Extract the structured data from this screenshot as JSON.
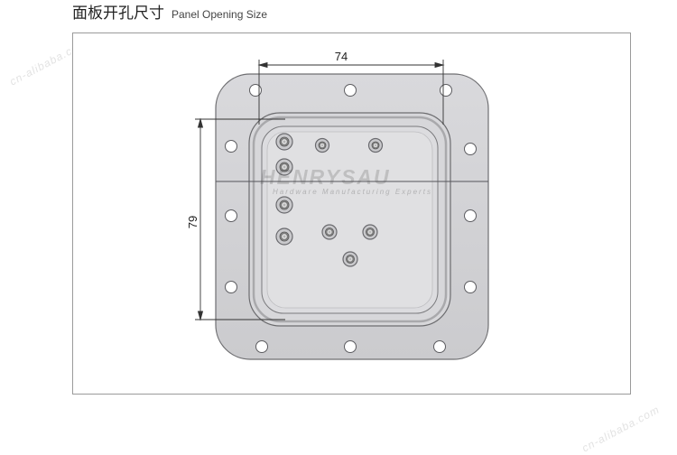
{
  "header": {
    "title_cn": "面板开孔尺寸",
    "title_en": "Panel Opening Size"
  },
  "dimensions": {
    "width_label": "74",
    "height_label": "79"
  },
  "brand": {
    "name": "HENRYSAU",
    "tagline": "Hardware Manufacturing Experts"
  },
  "watermarks": {
    "top_left": "cn-alibaba.com",
    "bottom_right": "cn-alibaba.com"
  },
  "colors": {
    "plate": "#d3d3d6",
    "plate_edge": "#6f6f72",
    "recess": "#dcdcdf",
    "hole": "#ffffff"
  }
}
